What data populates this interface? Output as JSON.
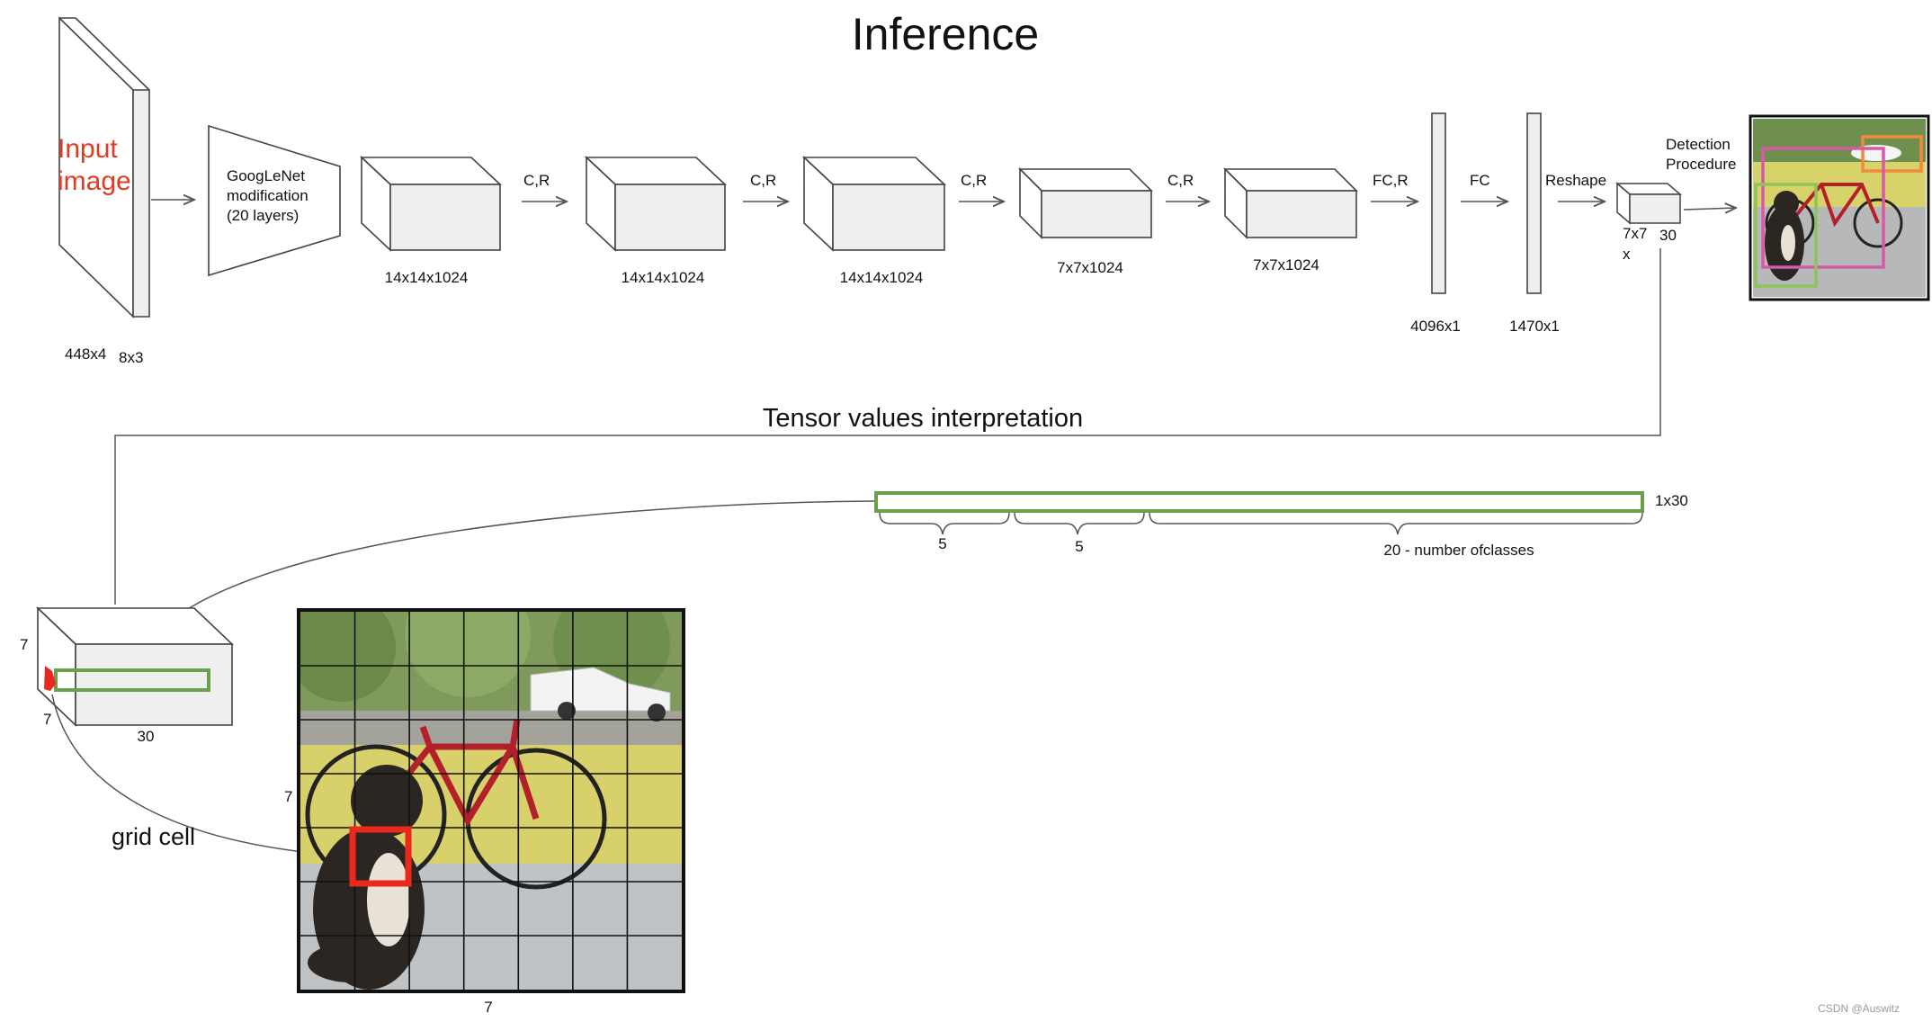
{
  "title": "Inference",
  "input": {
    "line1": "Input",
    "line2": "image",
    "size_a": "448x4",
    "size_b": "8x3"
  },
  "googlenet": {
    "line1": "GoogLeNet",
    "line2": "modification",
    "line3": "(20 layers)"
  },
  "blocks": [
    {
      "dims": "14x14x1024"
    },
    {
      "dims": "14x14x1024"
    },
    {
      "dims": "14x14x1024"
    },
    {
      "dims": "7x7x1024"
    },
    {
      "dims": "7x7x1024"
    }
  ],
  "operations": [
    "C,R",
    "C,R",
    "C,R",
    "C,R",
    "FC,R",
    "FC",
    "Reshape"
  ],
  "fc_layers": [
    {
      "dims": "4096x1"
    },
    {
      "dims": "1470x1"
    }
  ],
  "output_tensor": {
    "dims_a": "7x7",
    "dims_b": "x",
    "dims_c": "30"
  },
  "detection": {
    "line1": "Detection",
    "line2": "Procedure"
  },
  "interpretation": {
    "title": "Tensor values interpretation",
    "vector_dims": "1x30",
    "brace_1": "5",
    "brace_2": "5",
    "brace_3": "20 - number ofclasses"
  },
  "tensor_cube": {
    "height": "7",
    "depth": "7",
    "width": "30"
  },
  "grid": {
    "caption": "grid cell",
    "rows": "7",
    "cols": "7"
  },
  "watermark": "CSDN @Auswitz",
  "colors": {
    "input_text": "#e03b24",
    "vector_stroke": "#6a9f4b",
    "grid_cell": "#e8291c",
    "bbox_orange": "#f08a3c",
    "bbox_pink": "#d65aa8",
    "bbox_green": "#8cc45a",
    "box_fill": "#efefef"
  }
}
